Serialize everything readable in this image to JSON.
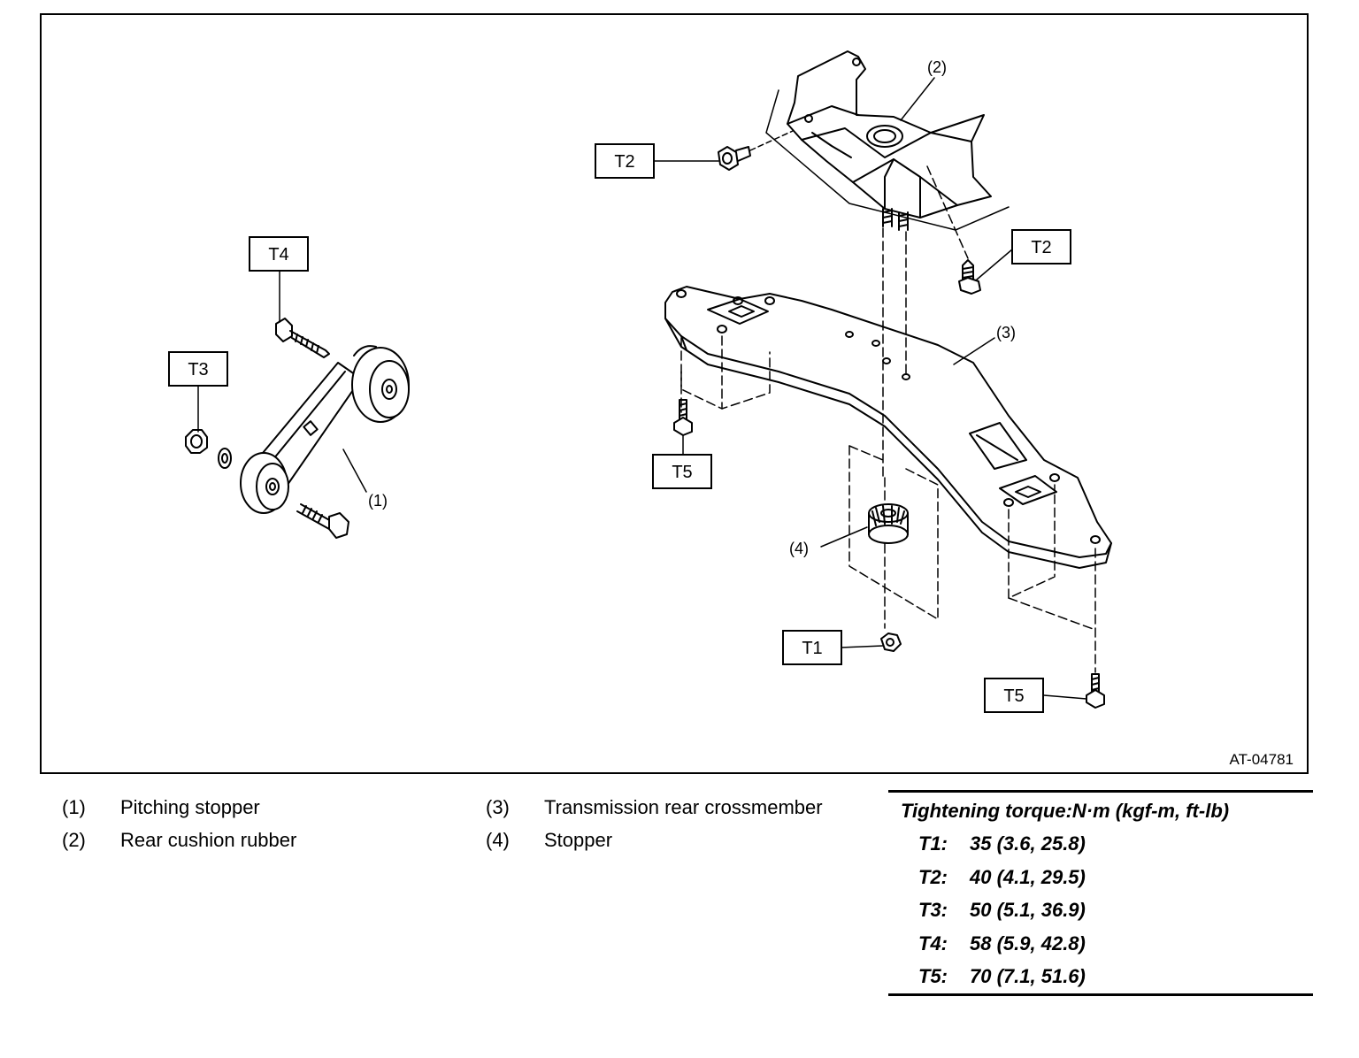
{
  "figure_id": "AT-04781",
  "callouts": [
    "(1)",
    "(2)",
    "(3)",
    "(4)"
  ],
  "torque_boxes": {
    "t1": "T1",
    "t2_left": "T2",
    "t2_right": "T2",
    "t3": "T3",
    "t4": "T4",
    "t5_left": "T5",
    "t5_right": "T5"
  },
  "legend": [
    {
      "num": "(1)",
      "label": "Pitching stopper"
    },
    {
      "num": "(2)",
      "label": "Rear cushion rubber"
    },
    {
      "num": "(3)",
      "label": "Transmission rear crossmember"
    },
    {
      "num": "(4)",
      "label": "Stopper"
    }
  ],
  "torque_table": {
    "title": "Tightening torque:N·m (kgf-m, ft-lb)",
    "rows": [
      {
        "code": "T1:",
        "value": "35 (3.6, 25.8)"
      },
      {
        "code": "T2:",
        "value": "40 (4.1, 29.5)"
      },
      {
        "code": "T3:",
        "value": "50 (5.1, 36.9)"
      },
      {
        "code": "T4:",
        "value": "58 (5.9, 42.8)"
      },
      {
        "code": "T5:",
        "value": "70 (7.1, 51.6)"
      }
    ]
  }
}
